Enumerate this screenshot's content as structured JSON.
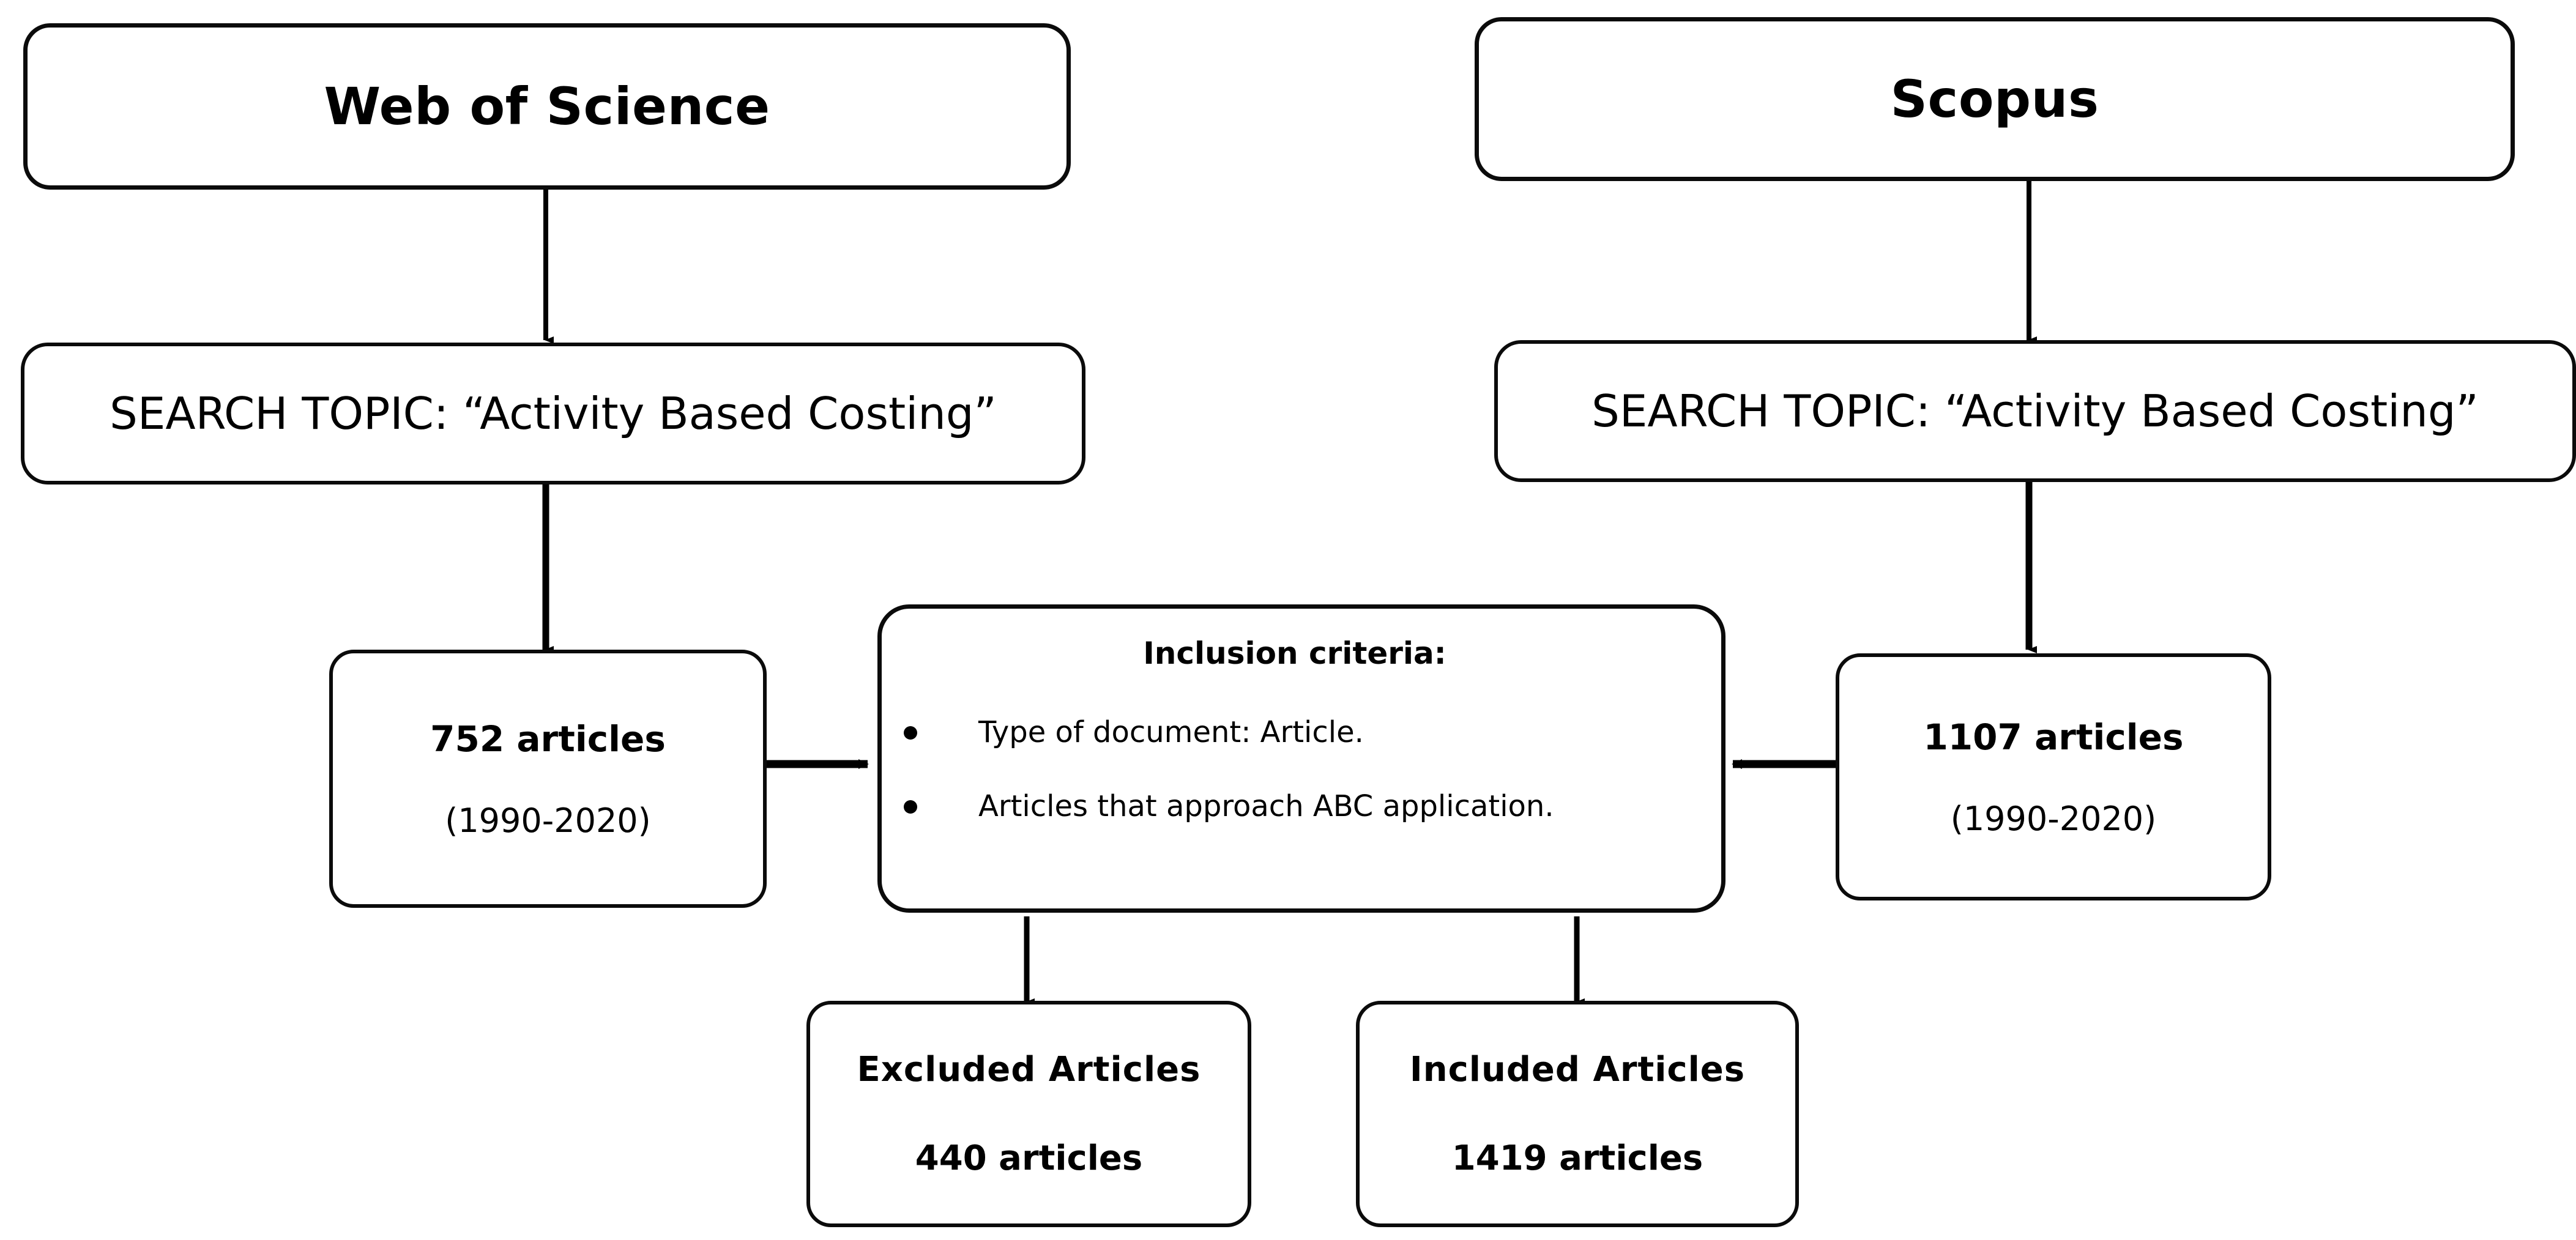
{
  "diagram": {
    "type": "flowchart",
    "title": "Article search and selection flowchart",
    "nodes": {
      "wos_source": {
        "label": "Web of Science"
      },
      "scopus_source": {
        "label": "Scopus"
      },
      "wos_topic": {
        "label": "SEARCH TOPIC: “Activity Based Costing”"
      },
      "scopus_topic": {
        "label": "SEARCH TOPIC: “Activity Based Costing”"
      },
      "wos_count": {
        "count": "752 articles",
        "years": "(1990-2020)"
      },
      "scopus_count": {
        "count": "1107 articles",
        "years": "(1990-2020)"
      },
      "criteria": {
        "title": "Inclusion criteria:",
        "items": [
          "Type of document: Article.",
          "Articles that approach ABC application."
        ]
      },
      "excluded": {
        "label": "Excluded Articles",
        "count": "440 articles"
      },
      "included": {
        "label": "Included  Articles",
        "count": "1419 articles"
      }
    },
    "edges": [
      {
        "from": "wos_source",
        "to": "wos_topic",
        "direction": "down"
      },
      {
        "from": "scopus_source",
        "to": "scopus_topic",
        "direction": "down"
      },
      {
        "from": "wos_topic",
        "to": "wos_count",
        "direction": "down"
      },
      {
        "from": "scopus_topic",
        "to": "scopus_count",
        "direction": "down"
      },
      {
        "from": "wos_count",
        "to": "criteria",
        "direction": "right"
      },
      {
        "from": "scopus_count",
        "to": "criteria",
        "direction": "left"
      },
      {
        "from": "criteria",
        "to": "excluded",
        "direction": "down"
      },
      {
        "from": "criteria",
        "to": "included",
        "direction": "down"
      }
    ],
    "colors": {
      "stroke": "#0b0b0b",
      "fill": "#ffffff",
      "text": "#000000"
    }
  }
}
